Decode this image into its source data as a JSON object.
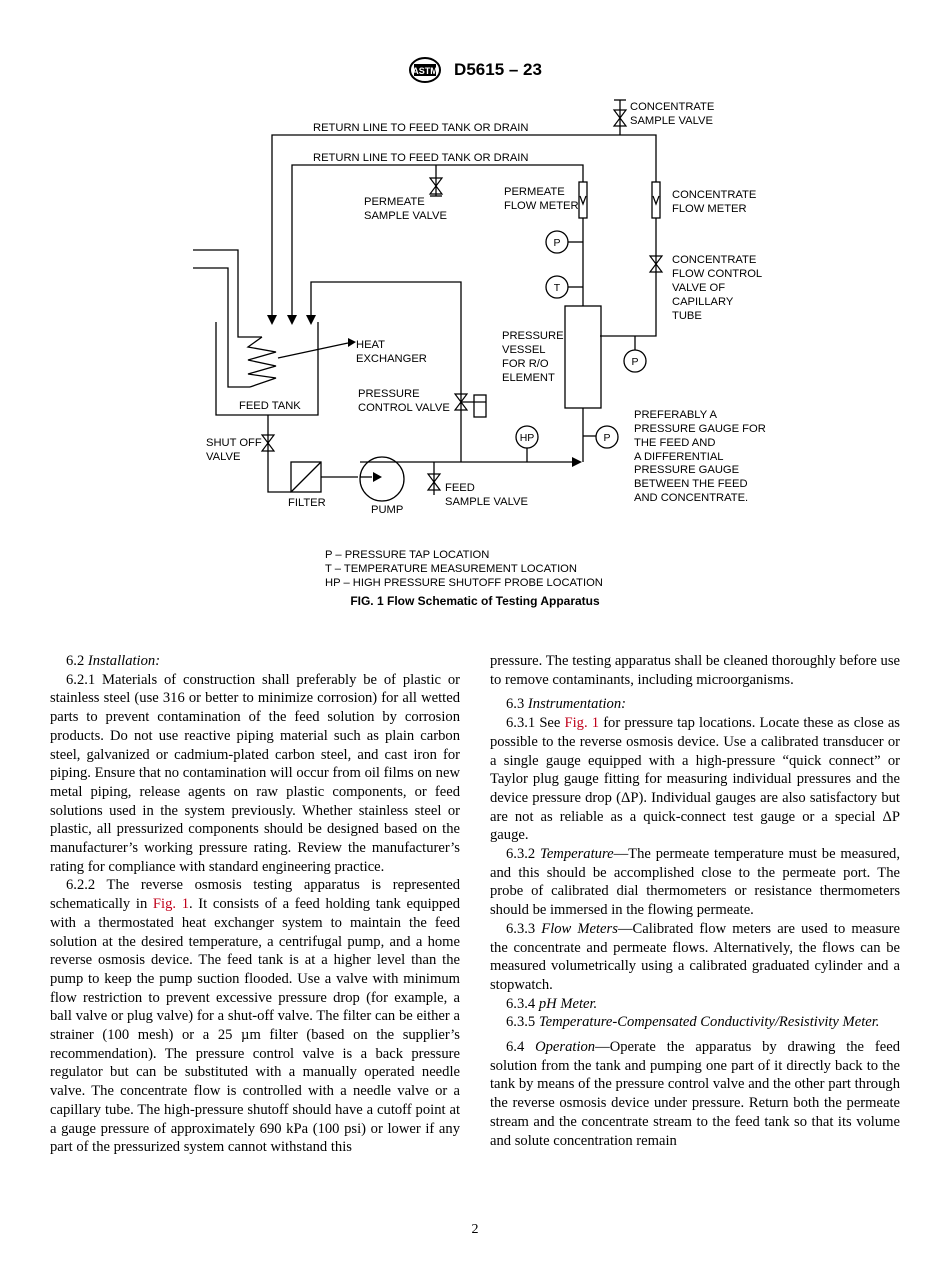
{
  "header": {
    "code": "D5615 – 23"
  },
  "figure": {
    "labels": {
      "return1": "RETURN LINE TO FEED TANK OR DRAIN",
      "return2": "RETURN LINE TO FEED TANK OR DRAIN",
      "conc_sample_1": "CONCENTRATE",
      "conc_sample_2": "SAMPLE VALVE",
      "perm_sample_1": "PERMEATE",
      "perm_sample_2": "SAMPLE VALVE",
      "perm_flow_1": "PERMEATE",
      "perm_flow_2": "FLOW METER",
      "conc_flow_1": "CONCENTRATE",
      "conc_flow_2": "FLOW METER",
      "conc_ctrl_1": "CONCENTRATE",
      "conc_ctrl_2": "FLOW CONTROL",
      "conc_ctrl_3": "VALVE OF",
      "conc_ctrl_4": "CAPILLARY",
      "conc_ctrl_5": "TUBE",
      "heat_1": "HEAT",
      "heat_2": "EXCHANGER",
      "pv_1": "PRESSURE",
      "pv_2": "VESSEL",
      "pv_3": "FOR R/O",
      "pv_4": "ELEMENT",
      "feed_tank": "FEED TANK",
      "pcv_1": "PRESSURE",
      "pcv_2": "CONTROL VALVE",
      "shut_1": "SHUT OFF",
      "shut_2": "VALVE",
      "filter": "FILTER",
      "pump": "PUMP",
      "feed_sample_1": "FEED",
      "feed_sample_2": "SAMPLE VALVE",
      "pref_1": "PREFERABLY A",
      "pref_2": "PRESSURE GAUGE FOR",
      "pref_3": "THE FEED AND",
      "pref_4": "A DIFFERENTIAL",
      "pref_5": "PRESSURE GAUGE",
      "pref_6": "BETWEEN THE FEED",
      "pref_7": "AND CONCENTRATE.",
      "gauge_p": "P",
      "gauge_t": "T",
      "gauge_hp": "HP"
    },
    "legend": [
      "P   – PRESSURE TAP LOCATION",
      "T   – TEMPERATURE MEASUREMENT LOCATION",
      "HP – HIGH PRESSURE SHUTOFF PROBE LOCATION"
    ],
    "caption": "FIG. 1 Flow Schematic of Testing Apparatus"
  },
  "left_column": {
    "s62_num": "6.2",
    "s62_title": "Installation:",
    "s621": "6.2.1 Materials of construction shall preferably be of plastic or stainless steel (use 316 or better to minimize corrosion) for all wetted parts to prevent contamination of the feed solution by corrosion products. Do not use reactive piping material such as plain carbon steel, galvanized or cadmium-plated carbon steel, and cast iron for piping. Ensure that no contamination will occur from oil films on new metal piping, release agents on raw plastic components, or feed solutions used in the system previously. Whether stainless steel or plastic, all pressurized components should be designed based on the manufacturer’s working pressure rating. Review the manufacturer’s rating for compliance with standard engineering practice.",
    "s622_a": "6.2.2 The reverse osmosis testing apparatus is represented schematically in",
    "s622_fig": "Fig. 1",
    "s622_b": ". It consists of a feed holding tank equipped with a thermostated heat exchanger system to maintain the feed solution at the desired temperature, a centrifugal pump, and a home reverse osmosis device. The feed tank is at a higher level than the pump to keep the pump suction flooded. Use a valve with minimum flow restriction to prevent excessive pressure drop (for example, a ball valve or plug valve) for a shut-off valve. The filter can be either a strainer (100 mesh) or a 25 µm filter (based on the supplier’s recommendation). The pressure control valve is a back pressure regulator but can be substituted with a manually operated needle valve. The concentrate flow is controlled with a needle valve or a capillary tube. The high-pressure shutoff should have a cutoff point at a gauge pressure of approximately 690 kPa (100 psi) or lower if any part of the pressurized system cannot withstand this"
  },
  "right_column": {
    "cont": "pressure. The testing apparatus shall be cleaned thoroughly before use to remove contaminants, including microorganisms.",
    "s63_num": "6.3",
    "s63_title": "Instrumentation:",
    "s631_a": "6.3.1 See",
    "s631_fig": "Fig. 1",
    "s631_b": "for pressure tap locations. Locate these as close as possible to the reverse osmosis device. Use a calibrated transducer or a single gauge equipped with a high-pressure “quick connect” or Taylor plug gauge fitting for measuring individual pressures and the device pressure drop (ΔP). Individual gauges are also satisfactory but are not as reliable as a quick-connect test gauge or a special ΔP gauge.",
    "s632_num": "6.3.2",
    "s632_title": "Temperature",
    "s632_body": "—The permeate temperature must be measured, and this should be accomplished close to the permeate port. The probe of calibrated dial thermometers or resistance thermometers should be immersed in the flowing permeate.",
    "s633_num": "6.3.3",
    "s633_title": "Flow Meters",
    "s633_body": "—Calibrated flow meters are used to measure the concentrate and permeate flows. Alternatively, the flows can be measured volumetrically using a calibrated graduated cylinder and a stopwatch.",
    "s634_num": "6.3.4",
    "s634_title": "pH Meter.",
    "s635_num": "6.3.5",
    "s635_title": "Temperature-Compensated Conductivity/Resistivity Meter.",
    "s64_num": "6.4",
    "s64_title": "Operation",
    "s64_body": "—Operate the apparatus by drawing the feed solution from the tank and pumping one part of it directly back to the tank by means of the pressure control valve and the other part through the reverse osmosis device under pressure. Return both the permeate stream and the concentrate stream to the feed tank so that its volume and solute concentration remain"
  },
  "page_number": "2"
}
